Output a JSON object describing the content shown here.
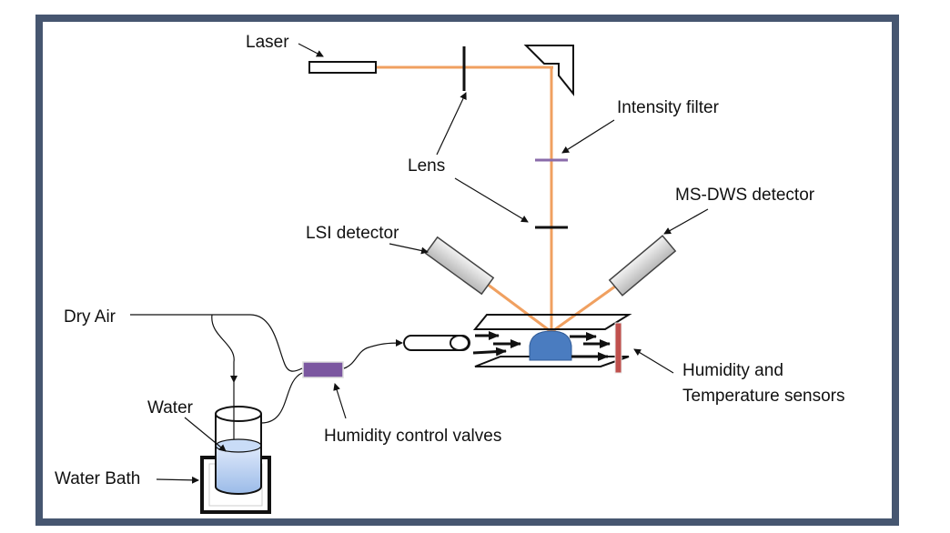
{
  "figure": {
    "type": "experimental-setup-schematic",
    "frame_color": "#465670",
    "beam_color": "#F0A060",
    "labels": {
      "laser": "Laser",
      "lens": "Lens",
      "intensity_filter": "Intensity filter",
      "ms_dws_detector": "MS-DWS detector",
      "lsi_detector": "LSI detector",
      "dry_air": "Dry Air",
      "water": "Water",
      "water_bath": "Water Bath",
      "humidity_control_valves": "Humidity control valves",
      "sensors_line1": "Humidity and",
      "sensors_line2": "Temperature sensors"
    },
    "colors": {
      "filter": "#8A6BAA",
      "valve": "#7B57A0",
      "sample": "#4A7CC0",
      "sensor": "#C0504D",
      "detector": "#D4D4D4",
      "water": "#B8CFF0"
    }
  }
}
